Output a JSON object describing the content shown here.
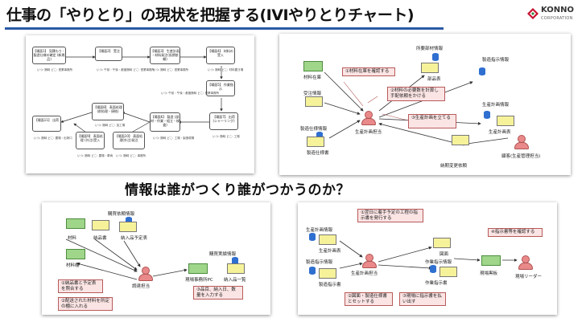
{
  "title": "仕事の「やりとり」の現状を把握する(IVIやりとりチャート)",
  "heading": "情報は誰がつくり誰がつかうのか？",
  "brand": {
    "name": "KONNO",
    "sub": "CORPORATION",
    "accent": "#c8102e"
  },
  "panel1": {
    "boxes": [
      {
        "text": "【場面1】 見積もり・製造仕様の確定 (新規品)"
      },
      {
        "text": "【場面2】 受注"
      },
      {
        "text": "【場面3】 生産計画 ・材料発注(長期依頼)"
      },
      {
        "text": "【場面4】 材料の受入"
      },
      {
        "text": "【場面5】 作業指示"
      },
      {
        "text": "【場面6】 製造 (部材・作業・組立・検査)"
      },
      {
        "text": "【場面7】 出荷 (シャーリング)"
      },
      {
        "text": "【場面8】 表面処理 (前処理・焼結)"
      },
      {
        "text": "【場面9】 表面処理 (外注)受入"
      },
      {
        "text": "【場面10】 表面処理(外注)発注"
      },
      {
        "text": "【場面11】 出荷"
      }
    ],
    "notes": [
      "いつ: 随時 どこ: 営業事務所",
      "いつ: 午前・午後・都度随時 どこ: 営業事務所",
      "いつ: 随時 どこ: 営業事務所",
      "いつ: 随時 どこ: 材料置き場",
      "いつ: 午前・午後・都度随時 どこ: 営業事務所",
      "いつ: 随時 どこ: 工場・製造現場",
      "いつ: 随時 どこ: 工場",
      "いつ: 随時 どこ: 加工場",
      "いつ: 随時 どこ: 置場・車両",
      "いつ: 随時 どこ: 事務所",
      "いつ: 随時 どこ: 置場・出荷口"
    ]
  },
  "panel2": {
    "docs": [
      "材料在庫",
      "受注情報",
      "製造仕様情報",
      "製造仕様書",
      "所要部材情報",
      "部品表",
      "製造指示情報",
      "生産計画情報",
      "生産計画表",
      "納期変更依頼"
    ],
    "callouts": [
      "①材料在庫を確認する",
      "②材料の必要数を計算し手配依頼をかける",
      "③生産計画を立てる"
    ],
    "actors": [
      "生産計画担当",
      "顧客(生産管理担当)"
    ]
  },
  "panel3": {
    "docs": [
      "購買依頼情報",
      "材料",
      "納品書",
      "納入品予定表",
      "材料棚",
      "購買実績情報",
      "現場事務所PC",
      "納入品一覧"
    ],
    "callouts": [
      "①納品書と予定表を照合する",
      "②配送された材料を所定の棚に入れる",
      "③品目、納入日、数量を入力する"
    ],
    "actors": [
      "調達担当"
    ]
  },
  "panel4": {
    "docs": [
      "生産計画情報",
      "生産計画表",
      "製造指示情報",
      "製造指示書",
      "図面",
      "作業指示情報",
      "作業指示書",
      "現場黒板"
    ],
    "callouts": [
      "①翌日に着手予定の工程の指示書を発行する",
      "②図面・製造仕様書とセットする",
      "③現場に指示書を払い出す",
      "④指示書等を確認する"
    ],
    "actors": [
      "生産計画担当",
      "現場リーダー"
    ]
  }
}
